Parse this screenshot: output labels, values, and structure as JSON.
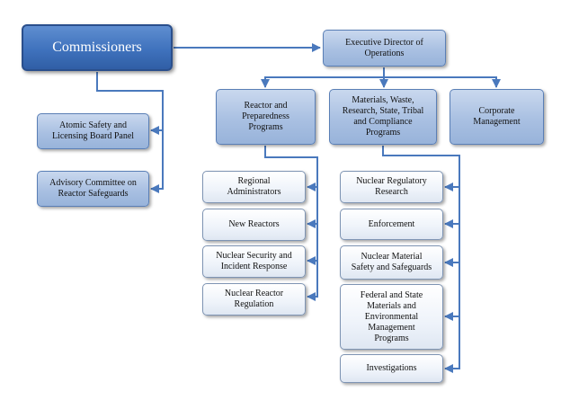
{
  "commissioners": "Commissioners",
  "edo": "Executive Director of\nOperations",
  "aslbp": "Atomic Safety and\nLicensing Board Panel",
  "acrs": "Advisory Committee on\nReactor Safeguards",
  "reactor": "Reactor and\nPreparedness\nPrograms",
  "materials": "Materials, Waste,\nResearch, State, Tribal\nand Compliance\nPrograms",
  "corporate": "Corporate\nManagement",
  "reactor_children": [
    "Regional\nAdministrators",
    "New Reactors",
    "Nuclear Security and\nIncident Response",
    "Nuclear Reactor\nRegulation"
  ],
  "materials_children": [
    "Nuclear Regulatory\nResearch",
    "Enforcement",
    "Nuclear Material\nSafety and Safeguards",
    "Federal and State\nMaterials and\nEnvironmental\nManagement\nPrograms",
    "Investigations"
  ],
  "colors": {
    "connector": "#4a79bd",
    "main_box": "#3f72bd",
    "blue_box": "#a9c0e2",
    "white_box": "#eef3fa"
  }
}
